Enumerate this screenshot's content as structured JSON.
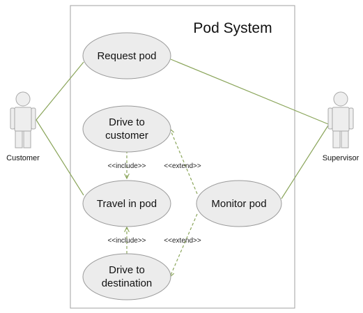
{
  "system": {
    "title": "Pod System"
  },
  "actors": {
    "customer": "Customer",
    "supervisor": "Supervisor"
  },
  "use_cases": {
    "request_pod": [
      "Request pod"
    ],
    "drive_to_customer": [
      "Drive to",
      "customer"
    ],
    "travel_in_pod": [
      "Travel in pod"
    ],
    "monitor_pod": [
      "Monitor pod"
    ],
    "drive_to_destination": [
      "Drive to",
      "destination"
    ]
  },
  "relations": {
    "include_top": "<<include>>",
    "include_bottom": "<<include>>",
    "extend_top": "<<extend>>",
    "extend_bottom": "<<extend>>"
  },
  "colors": {
    "association": "#8aa55a",
    "usecase_fill": "#ececec",
    "usecase_stroke": "#9a9a9a",
    "actor_fill": "#eeeeee",
    "actor_stroke": "#a8a8a8",
    "boundary": "#a0a0a0"
  }
}
